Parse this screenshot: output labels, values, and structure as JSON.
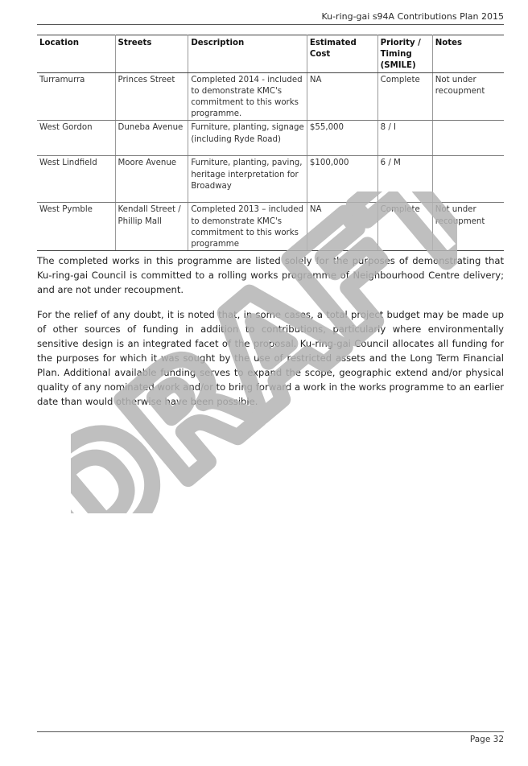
{
  "header": {
    "running_title": "Ku-ring-gai s94A Contributions Plan 2015"
  },
  "table": {
    "columns": [
      "Location",
      "Streets",
      "Description",
      "Estimated Cost",
      "Priority / Timing (SMILE)",
      "Notes"
    ],
    "rows": [
      {
        "location": "Turramurra",
        "streets": "Princes Street",
        "description": "Completed 2014 - included to demonstrate KMC's commitment to this works programme.",
        "cost": "NA",
        "priority": "Complete",
        "notes": "Not under recoupment"
      },
      {
        "location": "West Gordon",
        "streets": "Duneba Avenue",
        "description": "Furniture, planting, signage (including Ryde Road)",
        "cost": "$55,000",
        "priority": "8 / I",
        "notes": ""
      },
      {
        "location": "West Lindfield",
        "streets": "Moore Avenue",
        "description": "Furniture, planting, paving, heritage interpretation for Broadway",
        "cost": "$100,000",
        "priority": "6 / M",
        "notes": ""
      },
      {
        "location": "West Pymble",
        "streets": "Kendall Street / Phillip Mall",
        "description": "Completed 2013 – included to demonstrate KMC's commitment to this works programme",
        "cost": "NA",
        "priority": "Complete",
        "notes": "Not under recoupment"
      }
    ]
  },
  "body": {
    "paragraph_1": "The completed works in this programme are listed solely for the purposes of demonstrating that Ku-ring-gai Council is committed to a rolling works programme of Neighbourhood Centre delivery; and are not under recoupment.",
    "paragraph_2": "For the relief of any doubt, it is noted that, in some cases, a total project budget may be made up of other sources of funding in addition to contributions, particularly where environmentally sensitive design is an integrated facet of the proposal. Ku-ring-gai Council allocates all funding for the purposes for which it was sought by the use of restricted assets and the Long Term Financial Plan. Additional available funding serves to expand the scope, geographic extend and/or physical quality of any nominated work and/or to bring forward a work in the works programme to an earlier date than would otherwise have been possible."
  },
  "watermark": {
    "text": "DRAFT",
    "color": "#b4b4b4"
  },
  "footer": {
    "page_label": "Page 32"
  }
}
